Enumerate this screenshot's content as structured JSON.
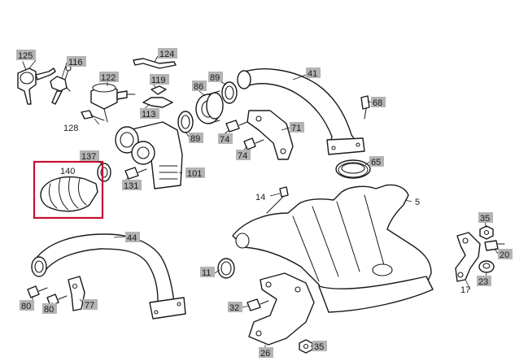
{
  "highlight_color": "#c8102e",
  "callout_box_color": "#b4b4b4",
  "callouts": {
    "c125": "125",
    "c116": "116",
    "c124": "124",
    "c122": "122",
    "c119": "119",
    "c86": "86",
    "c89a": "89",
    "c41": "41",
    "c113": "113",
    "c68": "68",
    "c128": "128",
    "c89b": "89",
    "c71": "71",
    "c74a": "74",
    "c137": "137",
    "c74b": "74",
    "c65": "65",
    "c140": "140",
    "c101": "101",
    "c131": "131",
    "c14": "14",
    "c5": "5",
    "c35a": "35",
    "c44": "44",
    "c20": "20",
    "c11": "11",
    "c17": "17",
    "c23": "23",
    "c32": "32",
    "c80a": "80",
    "c80b": "80",
    "c77": "77",
    "c26": "26",
    "c35b": "35"
  }
}
